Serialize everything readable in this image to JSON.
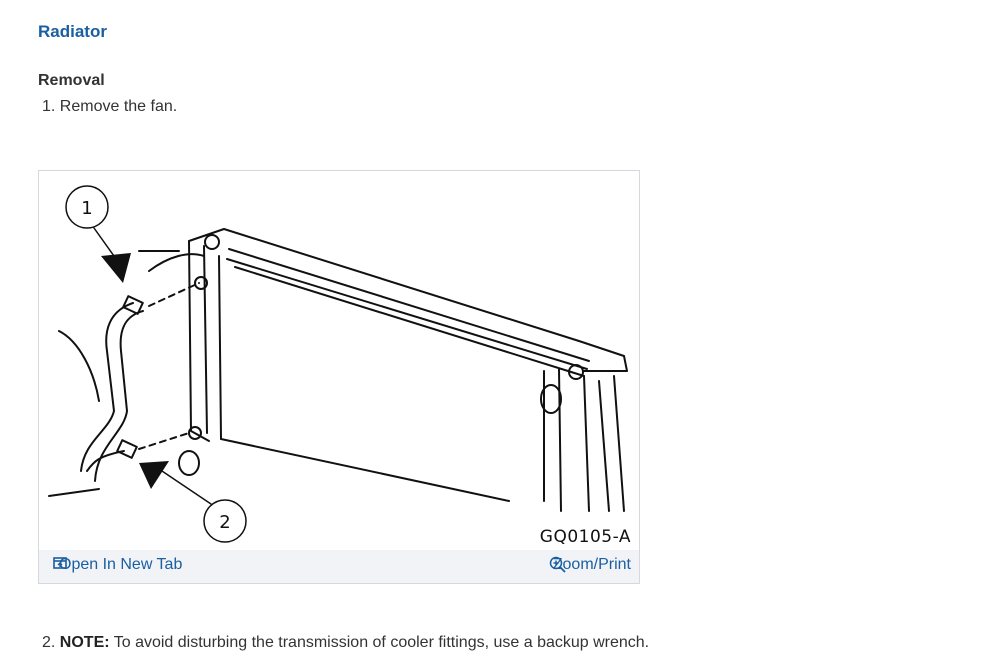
{
  "title": "Radiator",
  "section": "Removal",
  "steps": [
    {
      "text": "1. Remove the fan."
    },
    {
      "prefix": "2. ",
      "note_label": "NOTE:",
      "text": " To avoid disturbing the transmission of cooler fittings, use a backup wrench."
    }
  ],
  "figure": {
    "code": "GQ0105-A",
    "callouts": [
      "1",
      "2"
    ],
    "open_tab_label": "Open In New Tab",
    "zoom_label": "Zoom/Print"
  },
  "colors": {
    "link": "#1a5fa0",
    "bar": "#f1f3f7"
  },
  "icons": {
    "open_tab": "open-new-tab-icon",
    "zoom": "zoom-in-icon"
  }
}
